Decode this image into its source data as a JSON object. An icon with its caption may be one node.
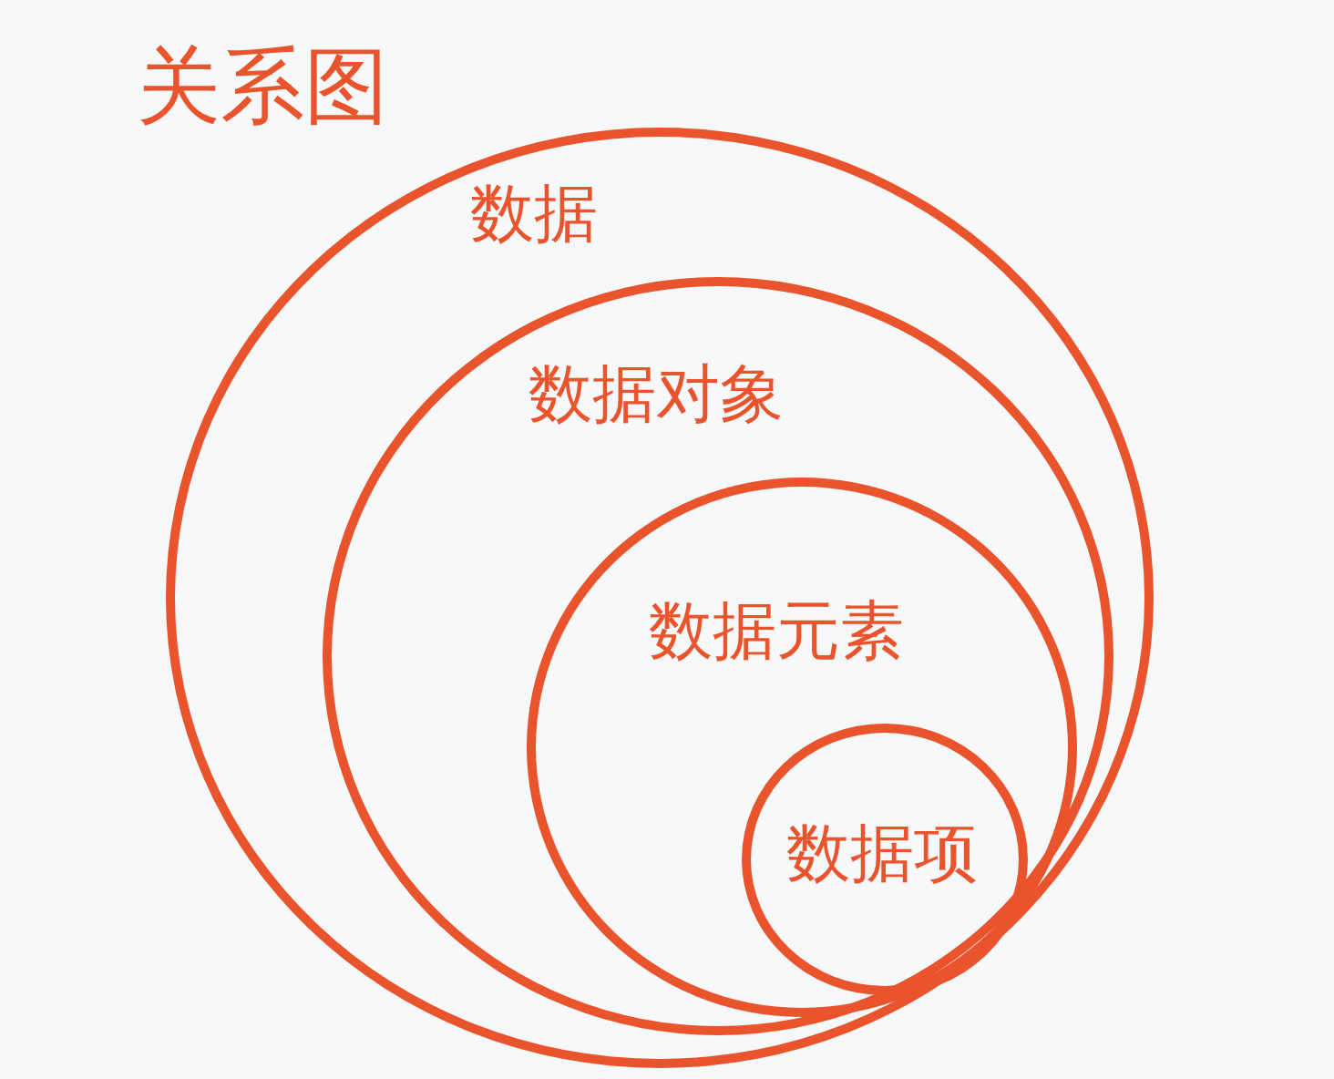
{
  "diagram": {
    "title": "关系图",
    "nodes": [
      {
        "text": [
          "数据"
        ]
      },
      {
        "text": [
          "数据对象"
        ],
        "in": 0
      },
      {
        "text": [
          "数据元素"
        ],
        "in": 1
      },
      {
        "text": [
          "数据项"
        ],
        "in": 2
      }
    ]
  }
}
